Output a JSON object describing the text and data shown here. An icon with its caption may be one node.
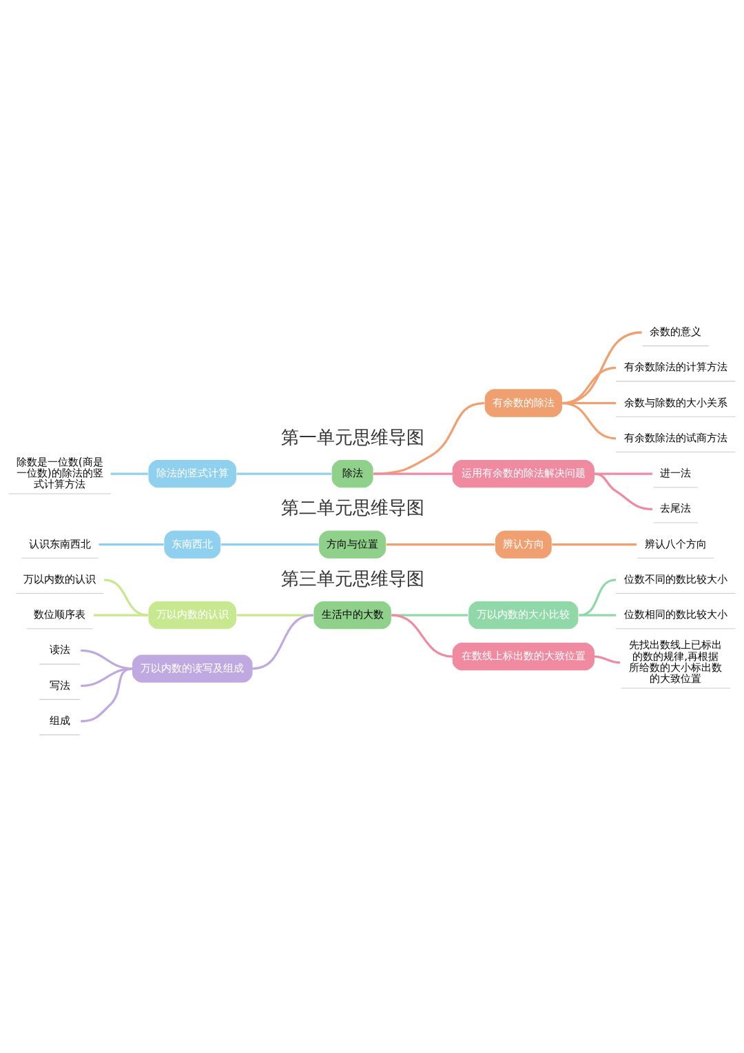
{
  "diagram": {
    "nodes": [
      {
        "text": [
          "除法"
        ]
      },
      {
        "text": [
          "有余数的除法"
        ]
      },
      {
        "text": [
          "余数的意义"
        ]
      },
      {
        "text": [
          "有余数除法的计算方法"
        ]
      },
      {
        "text": [
          "余数与除数的大小关系"
        ]
      },
      {
        "text": [
          "有余数除法的试商方法"
        ]
      },
      {
        "text": [
          "运用有余数的除法解决问题"
        ]
      },
      {
        "text": [
          "进一法"
        ]
      },
      {
        "text": [
          "去尾法"
        ]
      },
      {
        "text": [
          "除法的竖式计算"
        ]
      },
      {
        "text": [
          "除数是一位数(商是一位数)的除法的竖式计算方法"
        ]
      },
      {
        "text": [
          "方向与位置"
        ]
      },
      {
        "text": [
          "东南西北"
        ]
      },
      {
        "text": [
          "认识东南西北"
        ]
      },
      {
        "text": [
          "辨认方向"
        ]
      },
      {
        "text": [
          "辨认八个方向"
        ]
      },
      {
        "text": [
          "生活中的大数"
        ]
      },
      {
        "text": [
          "万以内数的认识"
        ]
      },
      {
        "text": [
          "万以内数的认识"
        ]
      },
      {
        "text": [
          "数位顺序表"
        ]
      },
      {
        "text": [
          "万以内数的读写及组成"
        ]
      },
      {
        "text": [
          "读法"
        ]
      },
      {
        "text": [
          "写法"
        ]
      },
      {
        "text": [
          "组成"
        ]
      },
      {
        "text": [
          "万以内数的大小比较"
        ]
      },
      {
        "text": [
          "位数不同的数比较大小"
        ]
      },
      {
        "text": [
          "位数相同的数比较大小"
        ]
      },
      {
        "text": [
          "在数线上标出数的大致位置"
        ]
      },
      {
        "text": [
          "先找出数线上已标出的数的规律,再根据所给数的大小标出数的大致位置"
        ]
      }
    ],
    "edges": [
      {
        "from": 0,
        "to": 1,
        "arrow": "none",
        "color": "#f0a070"
      },
      {
        "from": 1,
        "to": 2,
        "arrow": "none",
        "color": "#f0a070"
      },
      {
        "from": 1,
        "to": 3,
        "arrow": "none",
        "color": "#f0a070"
      },
      {
        "from": 1,
        "to": 4,
        "arrow": "none",
        "color": "#f0a070"
      },
      {
        "from": 1,
        "to": 5,
        "arrow": "none",
        "color": "#f0a070"
      },
      {
        "from": 0,
        "to": 6,
        "arrow": "none",
        "color": "#f08aa0"
      },
      {
        "from": 6,
        "to": 7,
        "arrow": "none",
        "color": "#f08aa0"
      },
      {
        "from": 6,
        "to": 8,
        "arrow": "none",
        "color": "#f08aa0"
      },
      {
        "from": 9,
        "to": 0,
        "arrow": "none",
        "color": "#8fd0ee"
      },
      {
        "from": 10,
        "to": 9,
        "arrow": "none",
        "color": "#8fd0ee"
      },
      {
        "from": 12,
        "to": 11,
        "arrow": "none",
        "color": "#8fd0ee"
      },
      {
        "from": 13,
        "to": 12,
        "arrow": "none",
        "color": "#8fd0ee"
      },
      {
        "from": 11,
        "to": 14,
        "arrow": "none",
        "color": "#f0a070"
      },
      {
        "from": 14,
        "to": 15,
        "arrow": "none",
        "color": "#f0a070"
      },
      {
        "from": 17,
        "to": 16,
        "arrow": "none",
        "color": "#c8e890"
      },
      {
        "from": 18,
        "to": 17,
        "arrow": "none",
        "color": "#c8e890"
      },
      {
        "from": 19,
        "to": 17,
        "arrow": "none",
        "color": "#c8e890"
      },
      {
        "from": 20,
        "to": 16,
        "arrow": "none",
        "color": "#c0a8e0"
      },
      {
        "from": 21,
        "to": 20,
        "arrow": "none",
        "color": "#c0a8e0"
      },
      {
        "from": 22,
        "to": 20,
        "arrow": "none",
        "color": "#c0a8e0"
      },
      {
        "from": 23,
        "to": 20,
        "arrow": "none",
        "color": "#c0a8e0"
      },
      {
        "from": 16,
        "to": 24,
        "arrow": "none",
        "color": "#90d8a8"
      },
      {
        "from": 24,
        "to": 25,
        "arrow": "none",
        "color": "#90d8a8"
      },
      {
        "from": 24,
        "to": 26,
        "arrow": "none",
        "color": "#90d8a8"
      },
      {
        "from": 16,
        "to": 27,
        "arrow": "none",
        "color": "#f08aa0"
      },
      {
        "from": 27,
        "to": 28,
        "arrow": "none",
        "color": "#f08aa0"
      }
    ],
    "labels": [
      "第一单元思维导图",
      "第二单元思维导图",
      "第三单元思维导图"
    ]
  }
}
